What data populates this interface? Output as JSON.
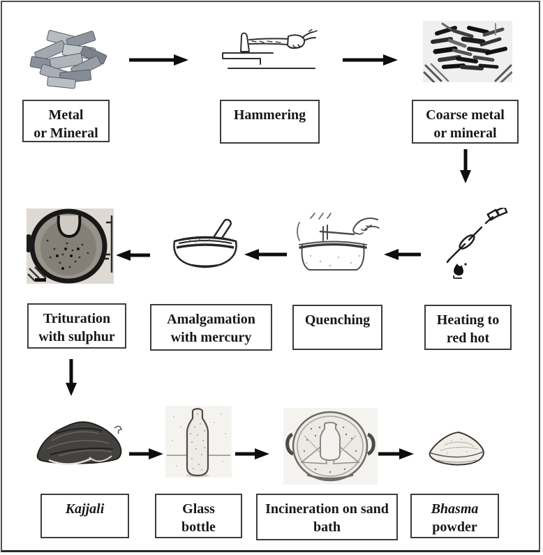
{
  "figure": {
    "type": "flowchart",
    "description": "Preparation process of Bhasma from metal or mineral",
    "colors": {
      "background": "#ffffff",
      "frame_border": "#4f4f4f",
      "box_border": "#3c3c3c",
      "text": "#171717",
      "arrow": "#0d0d0d"
    }
  },
  "labels": {
    "metal": {
      "line1": "Metal",
      "line2": "or Mineral"
    },
    "hammering": {
      "line1": "Hammering"
    },
    "coarse": {
      "line1": "Coarse metal",
      "line2": "or mineral"
    },
    "heating": {
      "line1": "Heating to",
      "line2": "red hot"
    },
    "quenching": {
      "line1": "Quenching"
    },
    "amalgamation": {
      "line1": "Amalgamation",
      "line2": "with mercury"
    },
    "trituration": {
      "line1": "Trituration",
      "line2": "with sulphur"
    },
    "kajjali": {
      "line1": "Kajjali"
    },
    "glass_bottle": {
      "line1": "Glass",
      "line2": "bottle"
    },
    "incineration": {
      "line1": "Incineration on sand",
      "line2": "bath"
    },
    "bhasma": {
      "line1": "Bhasma",
      "line2": "powder"
    }
  },
  "icons": {
    "metal": "metal-chunks-photo",
    "hammering": "hammer-in-hand-drawing",
    "coarse": "coarse-metal-fragments-photo",
    "heating": "tongs-over-flame-drawing",
    "quenching": "pot-with-hand-drawing",
    "amalgamation": "mortar-and-pestle-drawing",
    "trituration": "mortar-top-view-photo",
    "kajjali": "black-powder-mound-photo",
    "glass_bottle": "glass-bottle-drawing",
    "incineration": "sand-bath-pan-drawing",
    "bhasma": "powder-heap-drawing"
  }
}
